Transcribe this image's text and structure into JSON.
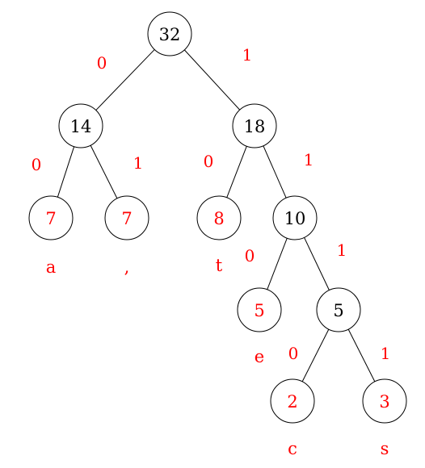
{
  "colors": {
    "leaf": "#ff0000",
    "internal": "#000000",
    "line": "#000000"
  },
  "nodes": [
    {
      "id": "n32",
      "value": "32",
      "leaf": false
    },
    {
      "id": "n14",
      "value": "14",
      "leaf": false
    },
    {
      "id": "n18",
      "value": "18",
      "leaf": false
    },
    {
      "id": "na",
      "value": "7",
      "leaf": true,
      "char": "a"
    },
    {
      "id": "ncomma",
      "value": "7",
      "leaf": true,
      "char": ","
    },
    {
      "id": "nt",
      "value": "8",
      "leaf": true,
      "char": "t"
    },
    {
      "id": "n10",
      "value": "10",
      "leaf": false
    },
    {
      "id": "ne",
      "value": "5",
      "leaf": true,
      "char": "e"
    },
    {
      "id": "n5",
      "value": "5",
      "leaf": false
    },
    {
      "id": "nc",
      "value": "2",
      "leaf": true,
      "char": "c"
    },
    {
      "id": "ns",
      "value": "3",
      "leaf": true,
      "char": "s"
    }
  ],
  "edges": [
    {
      "from": "n32",
      "to": "n14",
      "label": "0"
    },
    {
      "from": "n32",
      "to": "n18",
      "label": "1"
    },
    {
      "from": "n14",
      "to": "na",
      "label": "0"
    },
    {
      "from": "n14",
      "to": "ncomma",
      "label": "1"
    },
    {
      "from": "n18",
      "to": "nt",
      "label": "0"
    },
    {
      "from": "n18",
      "to": "n10",
      "label": "1"
    },
    {
      "from": "n10",
      "to": "ne",
      "label": "0"
    },
    {
      "from": "n10",
      "to": "n5",
      "label": "1"
    },
    {
      "from": "n5",
      "to": "nc",
      "label": "0"
    },
    {
      "from": "n5",
      "to": "ns",
      "label": "1"
    }
  ]
}
